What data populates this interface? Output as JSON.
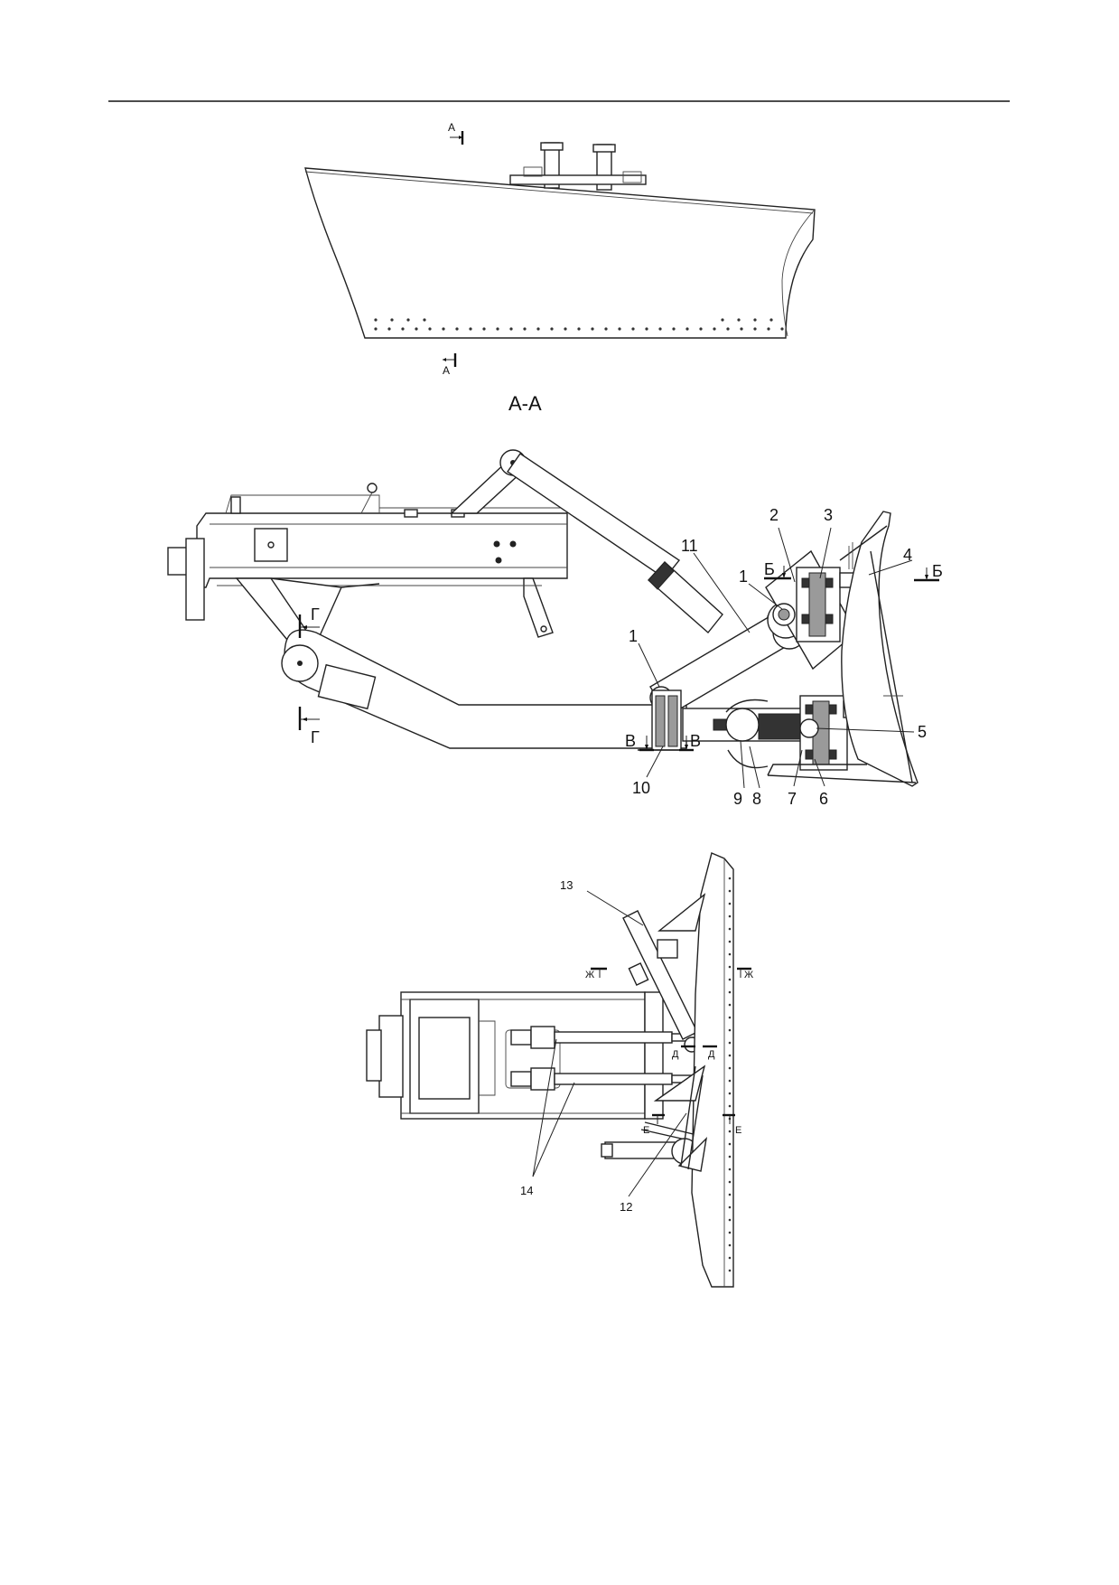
{
  "views": {
    "front": {
      "cut_label_top": "А",
      "cut_label_bottom": "А"
    },
    "section": {
      "title": "А-А",
      "cut_labels": {
        "b_left": "Б",
        "b_right": "Б",
        "v_left": "В",
        "v_right": "В",
        "g_top": "Г",
        "g_bottom": "Г"
      },
      "callouts": [
        "1",
        "1",
        "2",
        "3",
        "4",
        "5",
        "6",
        "7",
        "8",
        "9",
        "10",
        "11"
      ]
    },
    "plan": {
      "cut_labels": {
        "zh_left": "Ж",
        "zh_right": "Ж",
        "d_left": "Д",
        "d_right": "Д",
        "e_left": "Е",
        "e_right": "Е"
      },
      "callouts": [
        "12",
        "13",
        "14"
      ]
    }
  },
  "colors": {
    "line": "#222222",
    "hatch": "#9a9a9a",
    "paper": "#ffffff"
  }
}
